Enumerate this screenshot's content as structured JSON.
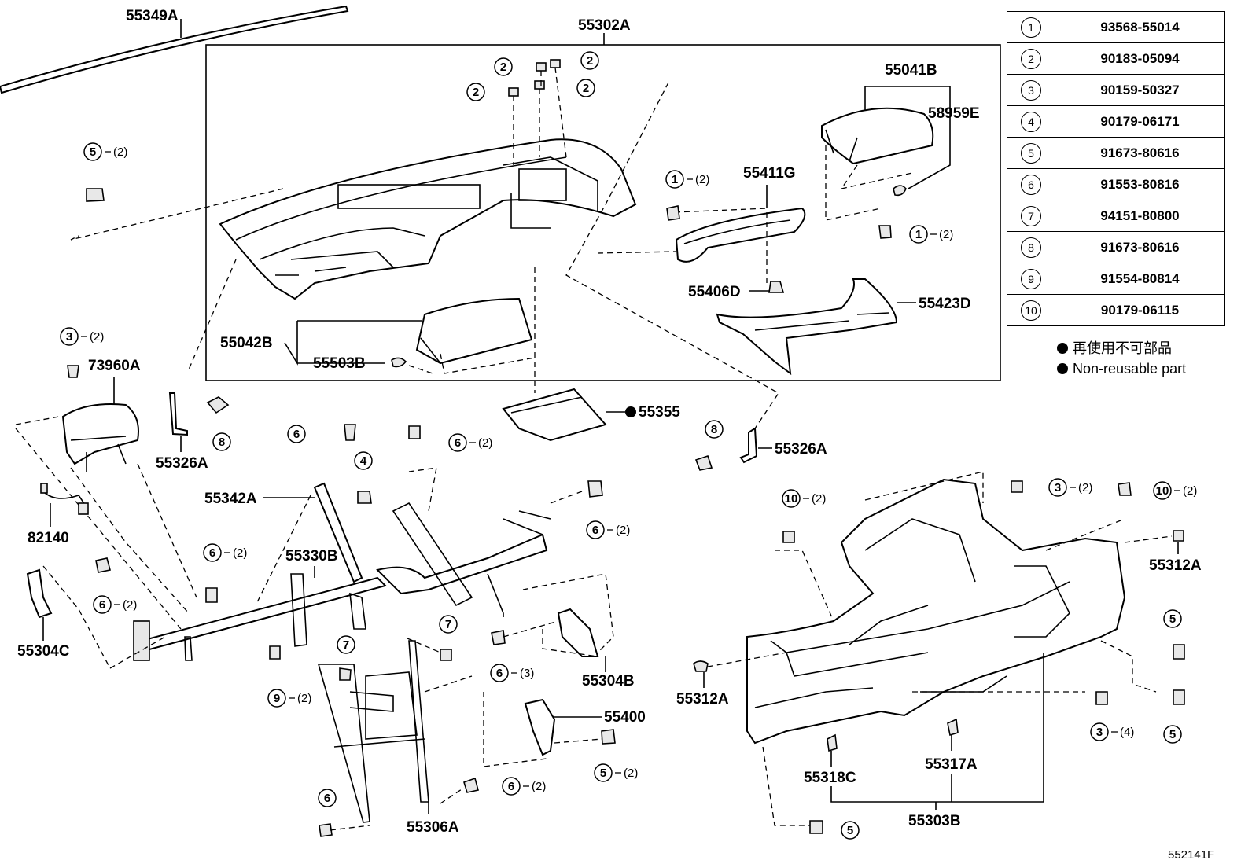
{
  "diagram_id": "552141F",
  "labels": {
    "p55349A": "55349A",
    "p55302A": "55302A",
    "p55041B": "55041B",
    "p58959E": "58959E",
    "p55411G": "55411G",
    "p55406D": "55406D",
    "p55423D": "55423D",
    "p55042B": "55042B",
    "p55503B": "55503B",
    "p55355": "55355",
    "p73960A": "73960A",
    "p55326A_left": "55326A",
    "p55326A_right": "55326A",
    "p55342A": "55342A",
    "p82140": "82140",
    "p55330B": "55330B",
    "p55304C": "55304C",
    "p55304B": "55304B",
    "p55400": "55400",
    "p55306A": "55306A",
    "p55312A_right": "55312A",
    "p55312A_left": "55312A",
    "p55318C": "55318C",
    "p55317A": "55317A",
    "p55303B": "55303B"
  },
  "callouts": {
    "c5_top": {
      "num": "5",
      "qty": "(2)"
    },
    "c2_a": {
      "num": "2",
      "qty": ""
    },
    "c2_b": {
      "num": "2",
      "qty": ""
    },
    "c2_c": {
      "num": "2",
      "qty": ""
    },
    "c2_d": {
      "num": "2",
      "qty": ""
    },
    "c1_a": {
      "num": "1",
      "qty": "(2)"
    },
    "c1_b": {
      "num": "1",
      "qty": "(2)"
    },
    "c3_a": {
      "num": "3",
      "qty": "(2)"
    },
    "c8_a": {
      "num": "8",
      "qty": ""
    },
    "c8_b": {
      "num": "8",
      "qty": ""
    },
    "c6_a": {
      "num": "6",
      "qty": ""
    },
    "c6_b": {
      "num": "6",
      "qty": "(2)"
    },
    "c4_a": {
      "num": "4",
      "qty": ""
    },
    "c6_c": {
      "num": "6",
      "qty": "(2)"
    },
    "c6_d": {
      "num": "6",
      "qty": "(2)"
    },
    "c6_e": {
      "num": "6",
      "qty": "(2)"
    },
    "c7_a": {
      "num": "7",
      "qty": ""
    },
    "c7_b": {
      "num": "7",
      "qty": ""
    },
    "c9_a": {
      "num": "9",
      "qty": "(2)"
    },
    "c6_f": {
      "num": "6",
      "qty": "(3)"
    },
    "c5_b": {
      "num": "5",
      "qty": "(2)"
    },
    "c6_g": {
      "num": "6",
      "qty": "(2)"
    },
    "c6_h": {
      "num": "6",
      "qty": ""
    },
    "c10_a": {
      "num": "10",
      "qty": "(2)"
    },
    "c3_b": {
      "num": "3",
      "qty": "(2)"
    },
    "c10_b": {
      "num": "10",
      "qty": "(2)"
    },
    "c5_c": {
      "num": "5",
      "qty": ""
    },
    "c5_d": {
      "num": "5",
      "qty": ""
    },
    "c3_c": {
      "num": "3",
      "qty": "(4)"
    },
    "c5_e": {
      "num": "5",
      "qty": ""
    }
  },
  "reference_table": [
    {
      "num": "1",
      "part": "93568-55014"
    },
    {
      "num": "2",
      "part": "90183-05094"
    },
    {
      "num": "3",
      "part": "90159-50327"
    },
    {
      "num": "4",
      "part": "90179-06171"
    },
    {
      "num": "5",
      "part": "91673-80616"
    },
    {
      "num": "6",
      "part": "91553-80816"
    },
    {
      "num": "7",
      "part": "94151-80800"
    },
    {
      "num": "8",
      "part": "91673-80616"
    },
    {
      "num": "9",
      "part": "91554-80814"
    },
    {
      "num": "10",
      "part": "90179-06115"
    }
  ],
  "legend": {
    "line1": "再使用不可部品",
    "line2": "Non-reusable part"
  }
}
